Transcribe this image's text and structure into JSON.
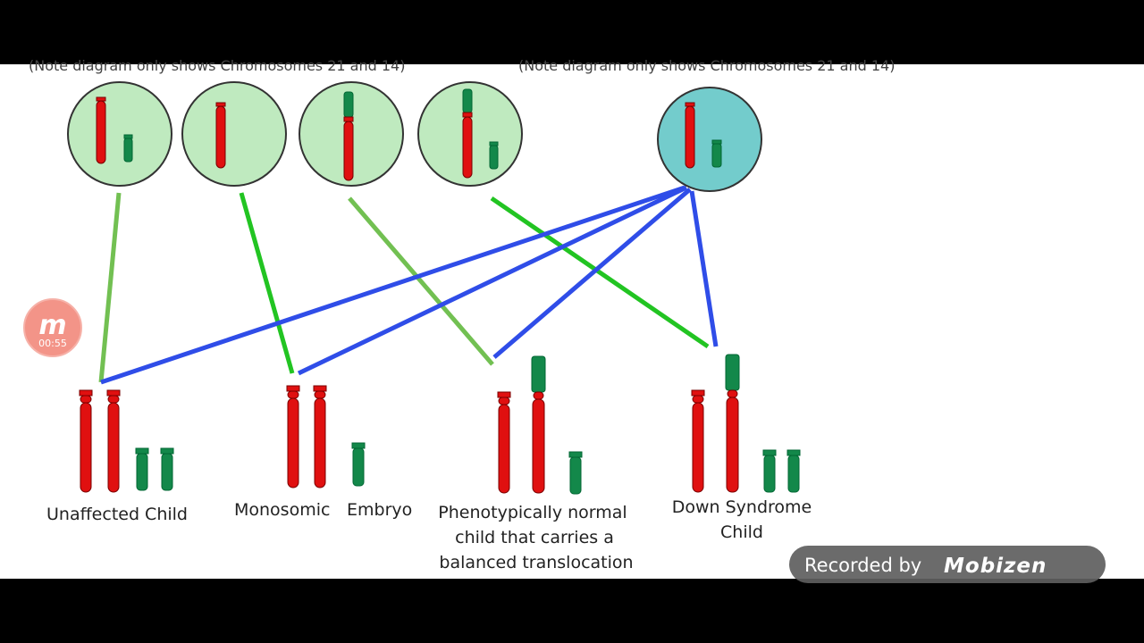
{
  "notes": {
    "left": "(Note diagram only shows Chromosomes 21 and 14)",
    "right": "(Note diagram only shows Chromosomes 21 and 14)"
  },
  "children": {
    "unaffected": "Unaffected Child",
    "monosomic_a": "Monosomic",
    "monosomic_b": "Embryo",
    "carrier_1": "Phenotypically normal",
    "carrier_2": "child that carries a",
    "carrier_3": "balanced translocation",
    "down_1": "Down Syndrome",
    "down_2": "Child"
  },
  "badge": {
    "letter": "m",
    "time": "00:55"
  },
  "recorder": {
    "prefix": "Recorded by",
    "brand": "Mobizen"
  },
  "colors": {
    "red_chromosome": "#e01010",
    "green_chromosome": "#13884a",
    "gamete_green": "#bfeabf",
    "gamete_teal": "#73cccc",
    "line_light_green": "#72c052",
    "line_green": "#22c422",
    "line_blue": "#2f4de8",
    "badge": "#f28b7e",
    "recorder_bg": "#5e5e5e"
  }
}
